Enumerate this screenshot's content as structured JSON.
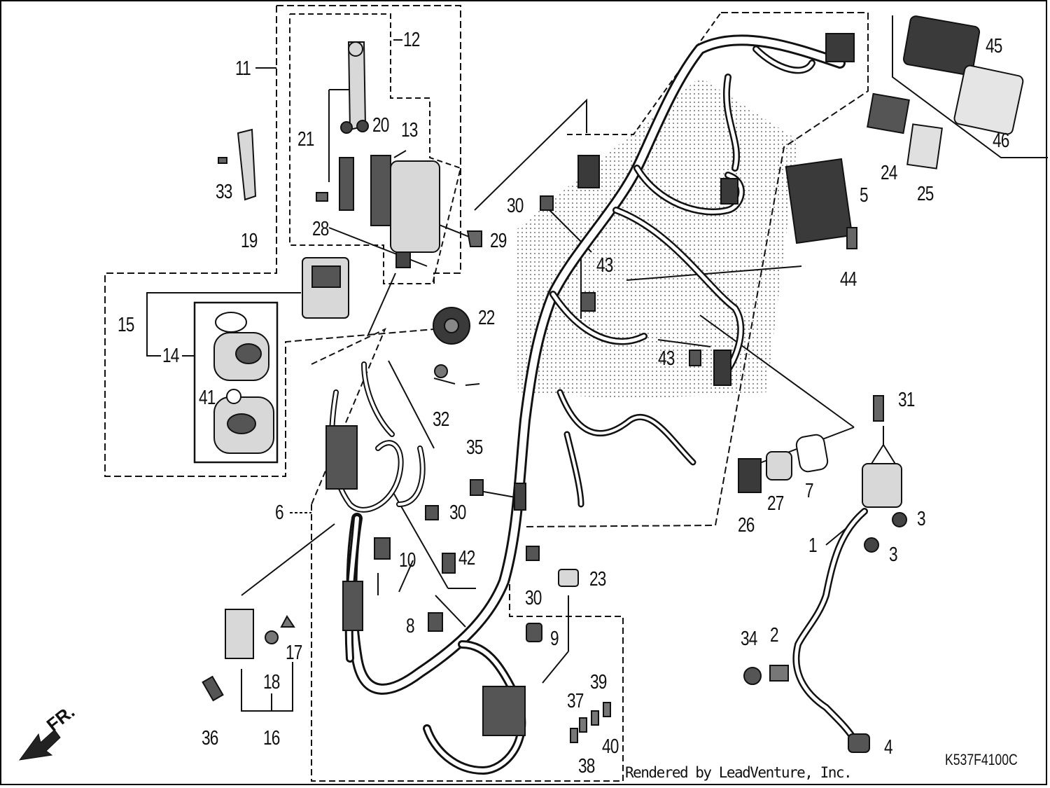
{
  "diagram": {
    "credit": "Rendered by LeadVenture, Inc.",
    "diagram_code": "K537F4100C",
    "direction_label": "FR.",
    "colors": {
      "line": "#111111",
      "part_fill": "#d8d8d8",
      "dark_part": "#2a2a2a",
      "shade": "#9a9a9a"
    },
    "callouts": [
      {
        "id": "11",
        "text": "11"
      },
      {
        "id": "12",
        "text": "12"
      },
      {
        "id": "13",
        "text": "13"
      },
      {
        "id": "20",
        "text": "20"
      },
      {
        "id": "21",
        "text": "21"
      },
      {
        "id": "28",
        "text": "28"
      },
      {
        "id": "29",
        "text": "29"
      },
      {
        "id": "33",
        "text": "33"
      },
      {
        "id": "19",
        "text": "19"
      },
      {
        "id": "15",
        "text": "15"
      },
      {
        "id": "14",
        "text": "14"
      },
      {
        "id": "41",
        "text": "41"
      },
      {
        "id": "22",
        "text": "22"
      },
      {
        "id": "32",
        "text": "32"
      },
      {
        "id": "35",
        "text": "35"
      },
      {
        "id": "30a",
        "text": "30"
      },
      {
        "id": "30b",
        "text": "30"
      },
      {
        "id": "30c",
        "text": "30"
      },
      {
        "id": "6",
        "text": "6"
      },
      {
        "id": "10",
        "text": "10"
      },
      {
        "id": "42",
        "text": "42"
      },
      {
        "id": "8",
        "text": "8"
      },
      {
        "id": "9",
        "text": "9"
      },
      {
        "id": "23",
        "text": "23"
      },
      {
        "id": "17",
        "text": "17"
      },
      {
        "id": "18",
        "text": "18"
      },
      {
        "id": "16",
        "text": "16"
      },
      {
        "id": "36",
        "text": "36"
      },
      {
        "id": "37",
        "text": "37"
      },
      {
        "id": "38",
        "text": "38"
      },
      {
        "id": "39",
        "text": "39"
      },
      {
        "id": "40",
        "text": "40"
      },
      {
        "id": "43a",
        "text": "43"
      },
      {
        "id": "43b",
        "text": "43"
      },
      {
        "id": "5",
        "text": "5"
      },
      {
        "id": "44",
        "text": "44"
      },
      {
        "id": "45",
        "text": "45"
      },
      {
        "id": "46",
        "text": "46"
      },
      {
        "id": "24",
        "text": "24"
      },
      {
        "id": "25",
        "text": "25"
      },
      {
        "id": "26",
        "text": "26"
      },
      {
        "id": "27",
        "text": "27"
      },
      {
        "id": "7",
        "text": "7"
      },
      {
        "id": "31",
        "text": "31"
      },
      {
        "id": "3a",
        "text": "3"
      },
      {
        "id": "3b",
        "text": "3"
      },
      {
        "id": "1",
        "text": "1"
      },
      {
        "id": "34",
        "text": "34"
      },
      {
        "id": "2",
        "text": "2"
      },
      {
        "id": "4",
        "text": "4"
      }
    ]
  }
}
